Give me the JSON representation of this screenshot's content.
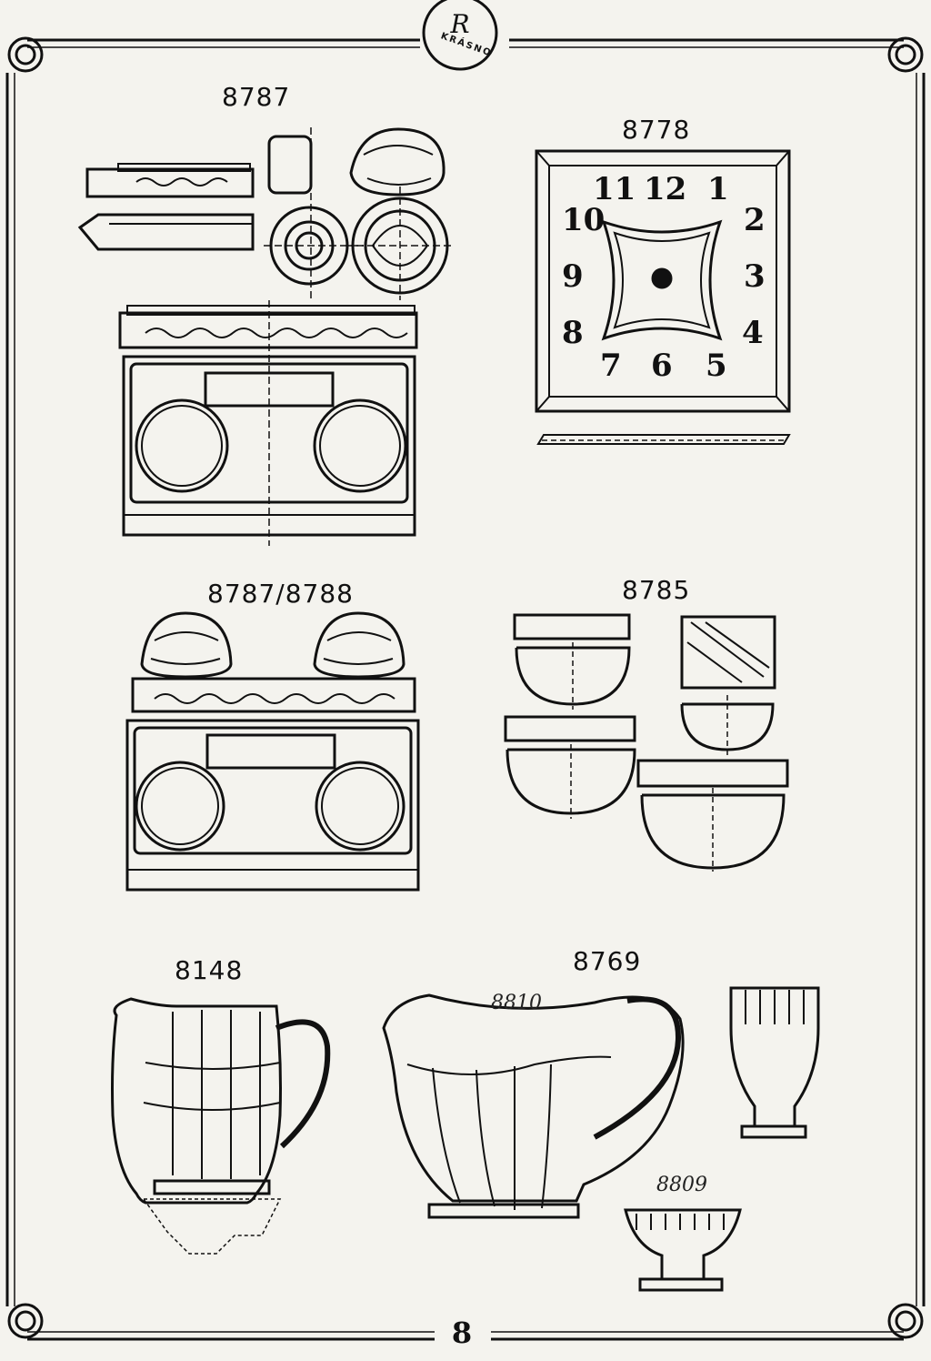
{
  "header": {
    "logo_mark": "R",
    "logo_text": "KRÁSNO"
  },
  "items": [
    {
      "id": "8787",
      "label": "8787"
    },
    {
      "id": "8778",
      "label": "8778"
    },
    {
      "id": "8787-8788",
      "label": "8787/8788"
    },
    {
      "id": "8785",
      "label": "8785"
    },
    {
      "id": "8148",
      "label": "8148"
    },
    {
      "id": "8769",
      "label": "8769"
    }
  ],
  "handwritten": {
    "a": "8810",
    "b": "8809"
  },
  "clock_numerals": [
    "11",
    "12",
    "1",
    "10",
    "2",
    "9",
    "3",
    "8",
    "4",
    "7",
    "6",
    "5"
  ],
  "footer": {
    "page_number": "8"
  }
}
